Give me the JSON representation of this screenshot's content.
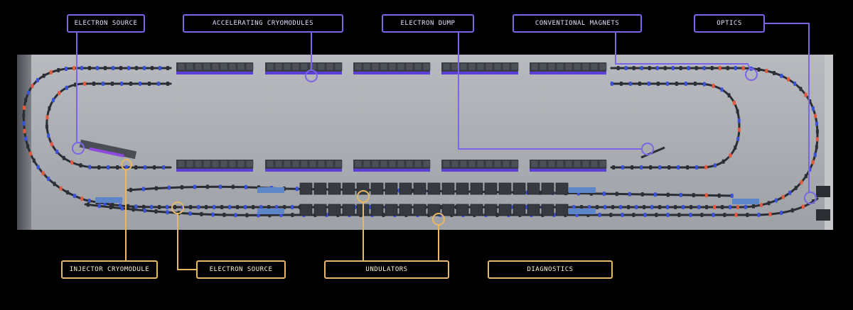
{
  "colors": {
    "background": "#000000",
    "floor": "#a9acb1",
    "purple": "#7b66e8",
    "gold": "#e7b866",
    "magnet_red": "#e35a42",
    "magnet_blue": "#3a52d8"
  },
  "labels_top": [
    {
      "id": "electron-source-top",
      "text": "ELECTRON SOURCE"
    },
    {
      "id": "accelerating-cryomodules",
      "text": "ACCELERATING CRYOMODULES"
    },
    {
      "id": "electron-dump",
      "text": "ELECTRON DUMP"
    },
    {
      "id": "conventional-magnets",
      "text": "CONVENTIONAL MAGNETS"
    },
    {
      "id": "optics",
      "text": "OPTICS"
    }
  ],
  "labels_bottom": [
    {
      "id": "injector-cryomodule",
      "text": "INJECTOR CRYOMODULE"
    },
    {
      "id": "electron-source-bottom",
      "text": "ELECTRON SOURCE"
    },
    {
      "id": "undulators",
      "text": "UNDULATORS"
    },
    {
      "id": "diagnostics",
      "text": "DIAGNOSTICS"
    }
  ]
}
